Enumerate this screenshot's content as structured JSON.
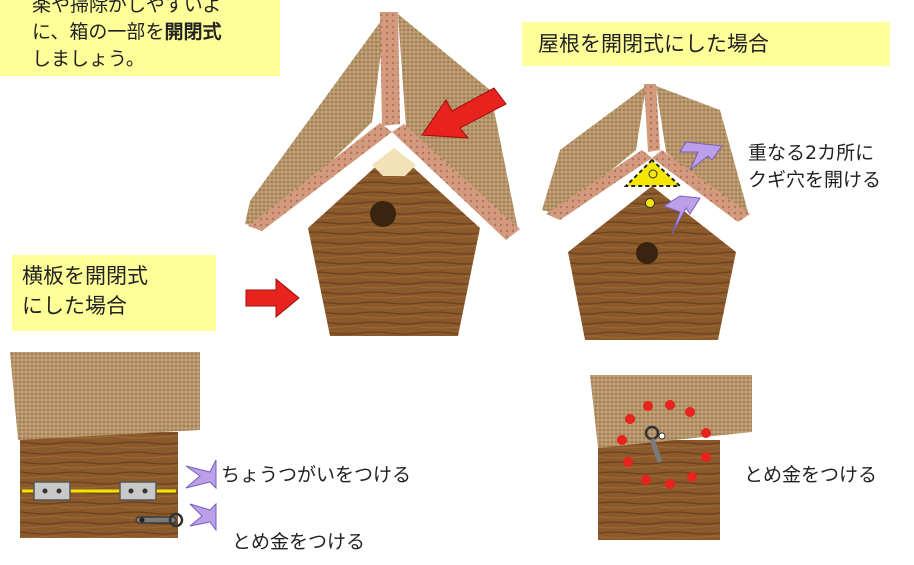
{
  "intro_note": {
    "line1": "楽や掃除がしやすいよ",
    "line2_prefix": "に、箱の一部を",
    "line2_emphasis": "開閉式",
    "line3": "しましょう。"
  },
  "roof_open_title": "屋根を開閉式にした場合",
  "side_open_title": {
    "line1": "横板を開閉式",
    "line2": "にした場合"
  },
  "annotations": {
    "keyhole_line1": "重なる2カ所に",
    "keyhole_line2": "クギ穴を開ける",
    "hinge": "ちょうつがいをつける",
    "latch_left": "とめ金をつける",
    "latch_right": "とめ金をつける"
  },
  "colors": {
    "note_bg": "#ffff99",
    "arrow_red": "#e8221c",
    "arrow_lavender": "#b9a0e8",
    "wood": "#8a5a2e",
    "roof": "#b99868",
    "hinge_line": "#f5e600",
    "latch_dot": "#e8221c"
  }
}
